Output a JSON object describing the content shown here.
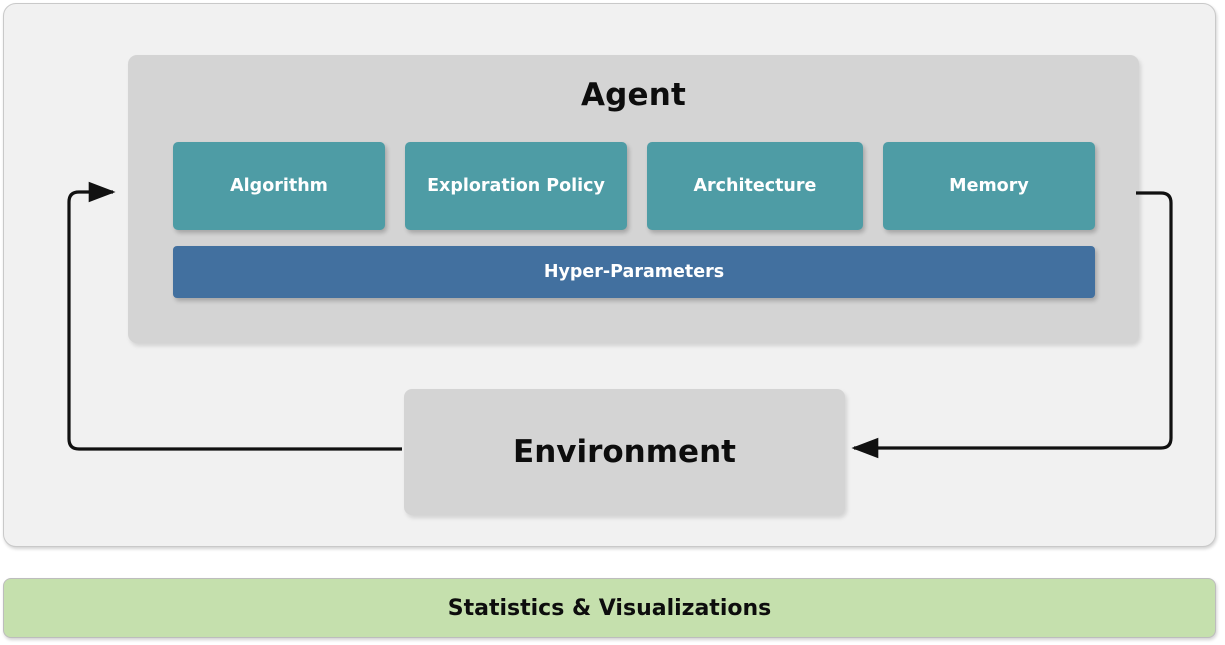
{
  "diagram": {
    "agent": {
      "title": "Agent",
      "components": [
        {
          "label": "Algorithm",
          "size": "w-algorithm"
        },
        {
          "label": "Exploration Policy",
          "size": "w-exploration"
        },
        {
          "label": "Architecture",
          "size": "w-architecture"
        },
        {
          "label": "Memory",
          "size": "w-memory"
        }
      ],
      "hyper_parameters_label": "Hyper-Parameters"
    },
    "environment": {
      "label": "Environment"
    },
    "statistics": {
      "label": "Statistics & Visualizations"
    },
    "arrows": [
      {
        "name": "environment-to-agent",
        "direction": "left-up-into-agent"
      },
      {
        "name": "agent-to-environment",
        "direction": "right-down-into-environment"
      }
    ],
    "colors": {
      "outer_background": "#f1f1f1",
      "outer_border": "#c9c9c9",
      "agent_panel": "#d4d4d4",
      "component_box": "#4e9ca5",
      "hyper_parameters_bar": "#42709f",
      "environment_box": "#d4d4d4",
      "statistics_bar": "#c5e0ad",
      "arrow_stroke": "#111111",
      "text_light": "#ffffff",
      "text_dark": "#0d0d0d"
    }
  }
}
